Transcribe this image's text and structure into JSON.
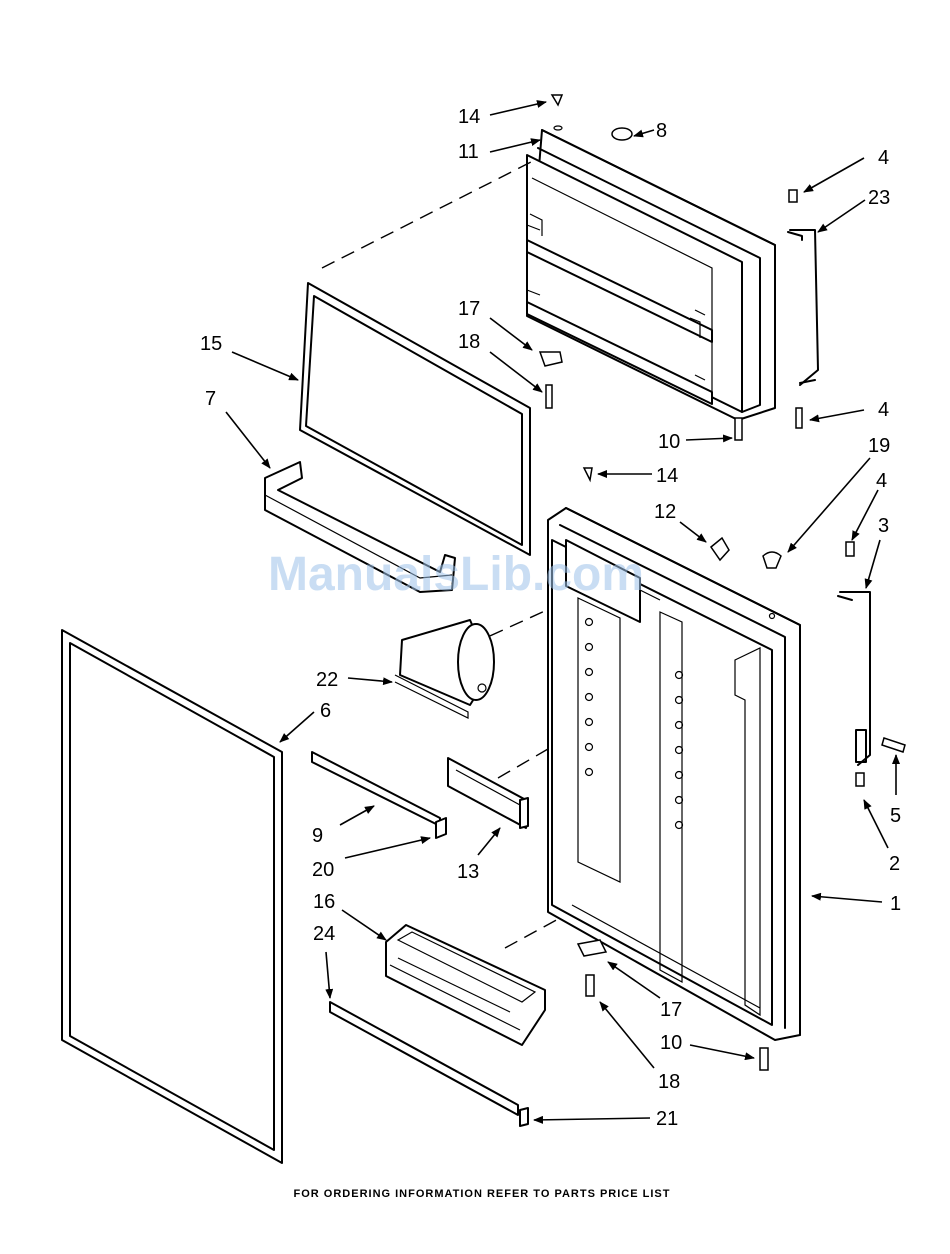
{
  "callouts": {
    "c14a": "14",
    "c8": "8",
    "c11": "11",
    "c4a": "4",
    "c23": "23",
    "c17a": "17",
    "c15": "15",
    "c18a": "18",
    "c7": "7",
    "c4b": "4",
    "c10a": "10",
    "c19": "19",
    "c14b": "14",
    "c4c": "4",
    "c12": "12",
    "c3": "3",
    "c22": "22",
    "c6": "6",
    "c9": "9",
    "c5": "5",
    "c20": "20",
    "c13": "13",
    "c2": "2",
    "c1": "1",
    "c16": "16",
    "c24": "24",
    "c17b": "17",
    "c10b": "10",
    "c18b": "18",
    "c21": "21"
  },
  "watermark": "ManualsLib.com",
  "footer": "FOR ORDERING INFORMATION REFER TO PARTS PRICE LIST"
}
